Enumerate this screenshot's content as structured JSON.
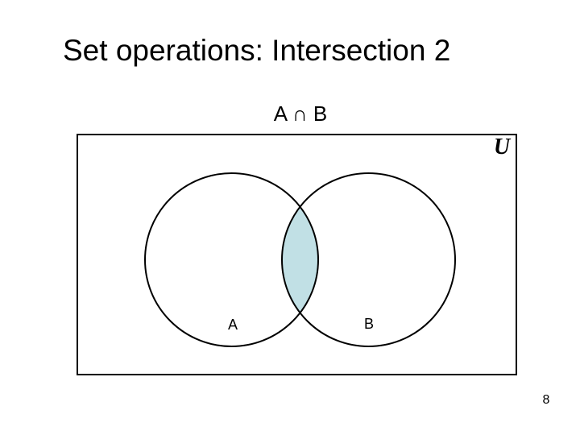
{
  "slide": {
    "title": "Set operations: Intersection 2",
    "expression_label": "A ∩ B",
    "universal_set_label": "U",
    "set_a_label": "A",
    "set_b_label": "B",
    "page_number": "8",
    "colors": {
      "intersection_fill": "#c1e0e5",
      "outline": "#000000",
      "background": "#ffffff"
    }
  }
}
